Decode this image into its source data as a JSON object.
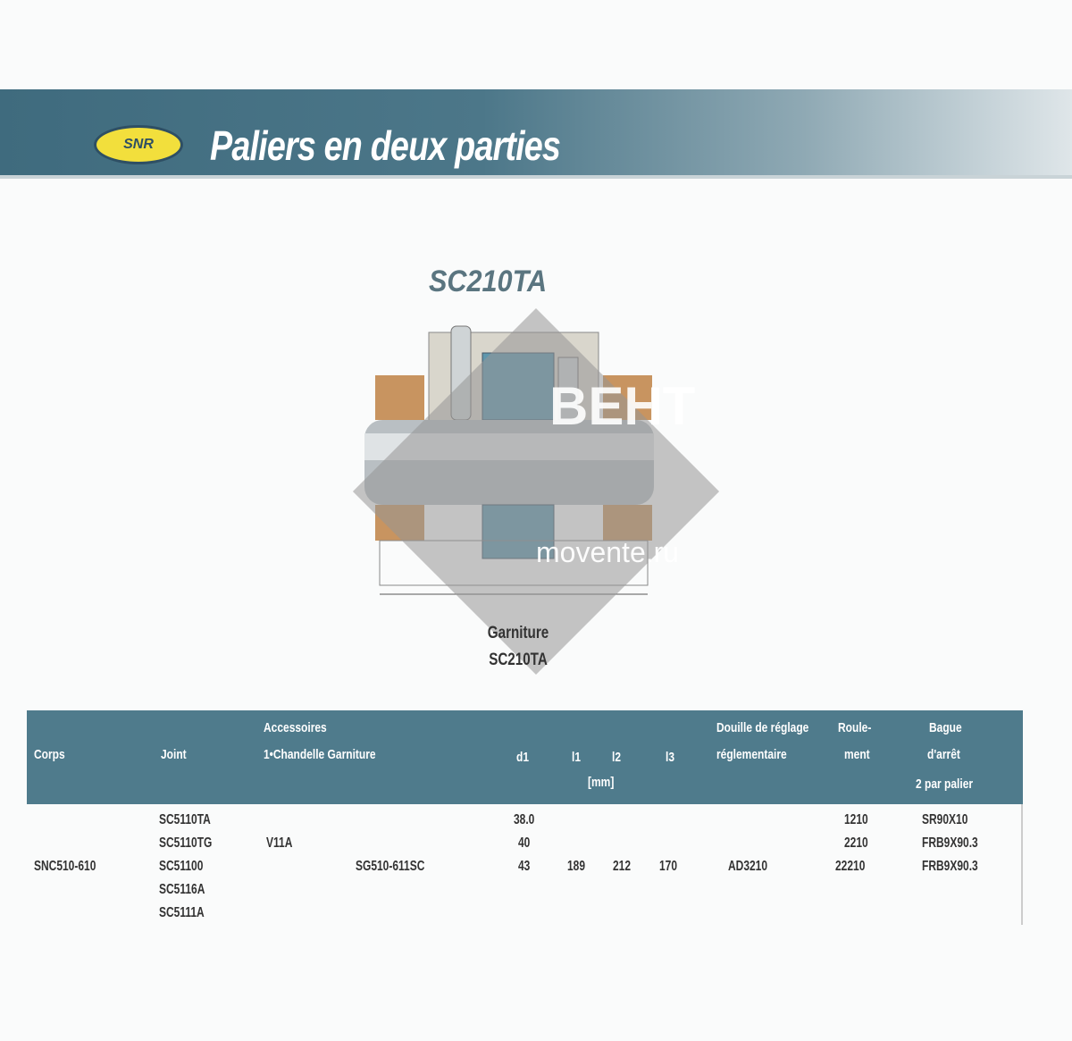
{
  "header": {
    "logo_text": "SNR",
    "title": "Paliers en deux parties"
  },
  "figure": {
    "model": "SC210TA",
    "caption_line1": "Garniture",
    "caption_line2": "SC210TA"
  },
  "watermark": {
    "brand": "ВЕНТ",
    "url": "movente.ru"
  },
  "colors": {
    "banner": "#3f6b7e",
    "table_header": "#4f7b8c",
    "logo": "#f2df3c"
  },
  "table": {
    "headers": {
      "corps": "Corps",
      "joint": "Joint",
      "accessoires": "Accessoires",
      "accessoires_sub": "1•Chandelle Garniture",
      "d1": "d1",
      "l1": "l1",
      "l2": "l2",
      "l3": "l3",
      "unit": "[mm]",
      "douille": "Douille de réglage",
      "douille2": "réglementaire",
      "roulement": "Roule-",
      "roulement2": "ment",
      "bague": "Bague",
      "bague2": "d'arrêt",
      "bague3": "2 par palier"
    },
    "row": {
      "corps": "SNC510-610",
      "joints": [
        "SC5110TA",
        "SC5110TG",
        "SC51100",
        "SC5116A",
        "SC5111A"
      ],
      "accessoire1": "V11A",
      "accessoire2": "SG510-611SC",
      "d1": [
        "38.0",
        "40",
        "43"
      ],
      "l1": "189",
      "l2": "212",
      "l3": "170",
      "douille": "AD3210",
      "roulement": [
        "1210",
        "2210",
        "22210"
      ],
      "bague": [
        "SR90X10",
        "FRB9X90.3",
        "FRB9X90.3"
      ]
    }
  }
}
